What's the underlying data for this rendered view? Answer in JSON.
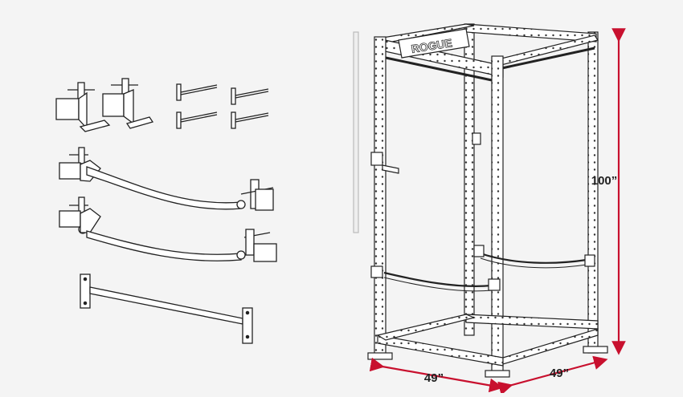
{
  "brand": {
    "logo_text": "ROGUE"
  },
  "dimensions": {
    "height_label": "100”",
    "width_label": "49”",
    "depth_label": "49”"
  },
  "colors": {
    "background": "#f4f4f4",
    "line_art": "#222222",
    "part_fill": "#ffffff",
    "dimension_accent": "#c8102e"
  },
  "accessories": [
    {
      "icon": "j-cup-pair-icon"
    },
    {
      "icon": "safety-pin-set-icon"
    },
    {
      "icon": "strap-safety-upper-icon"
    },
    {
      "icon": "strap-safety-lower-icon"
    },
    {
      "icon": "pull-up-bar-icon"
    }
  ]
}
